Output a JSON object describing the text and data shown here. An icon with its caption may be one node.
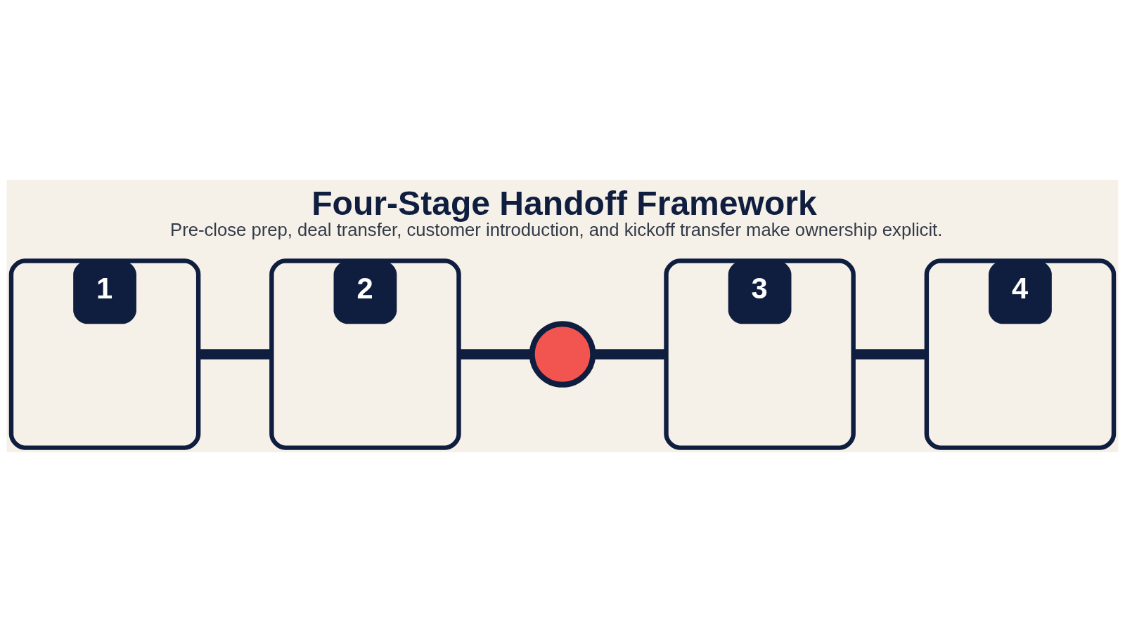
{
  "diagram": {
    "title": "Four-Stage Handoff Framework",
    "caption": "Pre-close prep, deal transfer, customer introduction, and kickoff transfer make ownership explicit.",
    "nodes": [
      {
        "text": [
          "1"
        ]
      },
      {
        "text": [
          "2"
        ]
      },
      {
        "text": [],
        "shape": "circle"
      },
      {
        "text": [
          "3"
        ]
      },
      {
        "text": [
          "4"
        ]
      }
    ],
    "edges": [
      {
        "from": 0,
        "to": 1,
        "arrow": "none"
      },
      {
        "from": 1,
        "to": 2,
        "arrow": "none"
      },
      {
        "from": 2,
        "to": 3,
        "arrow": "none"
      },
      {
        "from": 3,
        "to": 4,
        "arrow": "none"
      }
    ]
  }
}
